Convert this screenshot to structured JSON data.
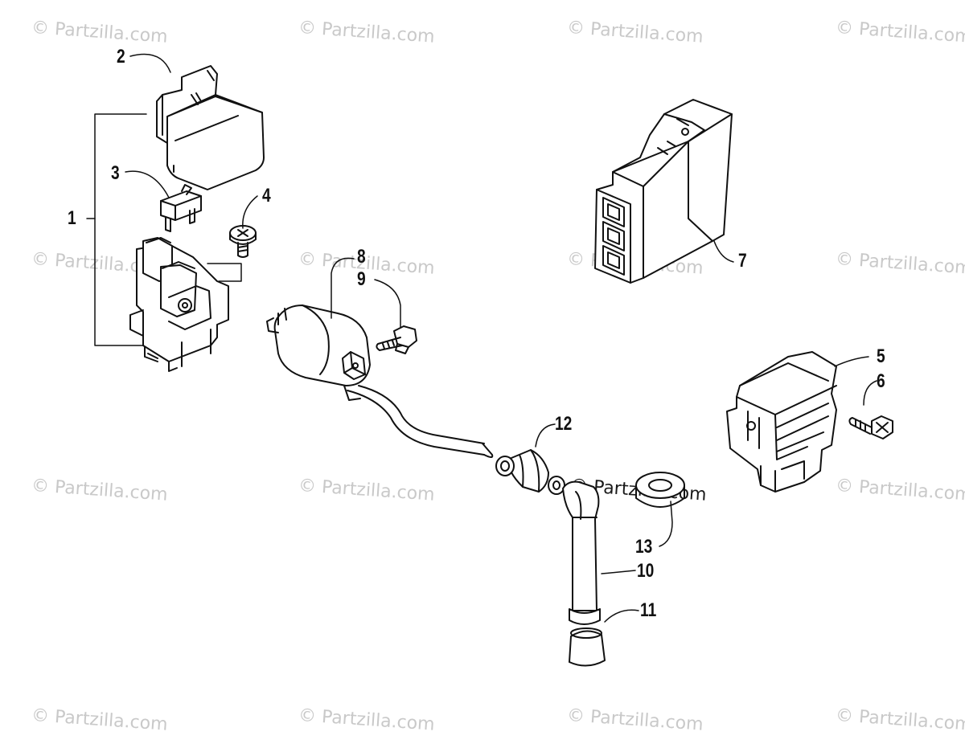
{
  "watermark_text": "© Partzilla.com",
  "center_watermark_text": "© Partzilla.com",
  "callouts": {
    "c1": "1",
    "c2": "2",
    "c3": "3",
    "c4": "4",
    "c5": "5",
    "c6": "6",
    "c7": "7",
    "c8": "8",
    "c9": "9",
    "c10": "10",
    "c11": "11",
    "c12": "12",
    "c13": "13"
  }
}
